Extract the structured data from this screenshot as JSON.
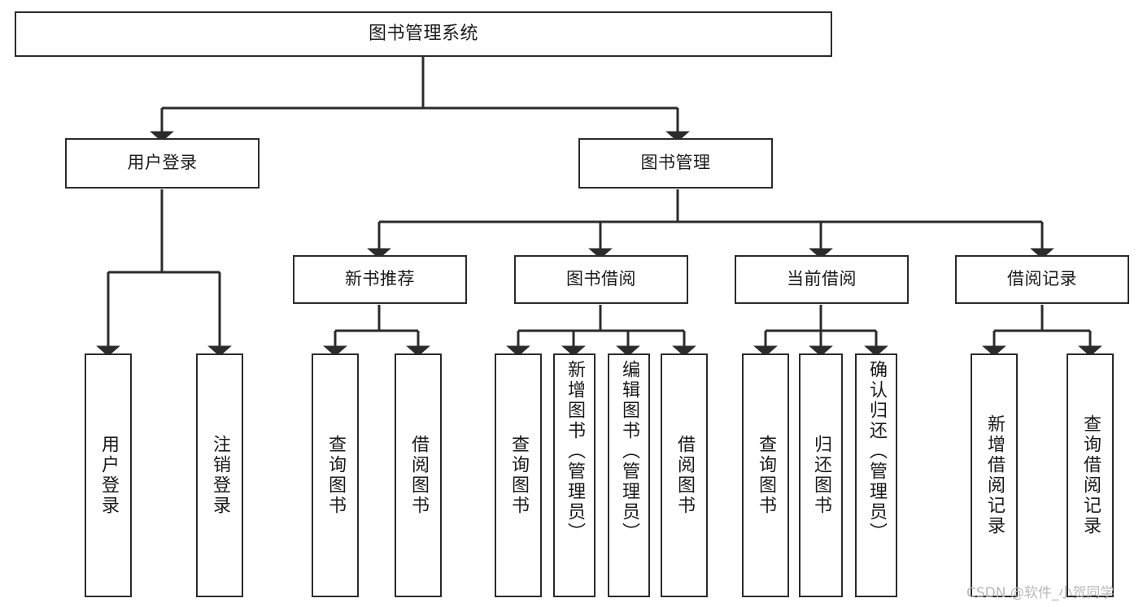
{
  "diagram": {
    "title": "图书管理系统",
    "type": "tree-hierarchy-chart",
    "root": {
      "id": "root",
      "label": "图书管理系统"
    },
    "level2": [
      {
        "id": "user-login",
        "label": "用户登录"
      },
      {
        "id": "book-manage",
        "label": "图书管理"
      }
    ],
    "level3": [
      {
        "id": "new-book-recommend",
        "label": "新书推荐",
        "parent": "book-manage"
      },
      {
        "id": "book-borrow",
        "label": "图书借阅",
        "parent": "book-manage"
      },
      {
        "id": "current-borrow",
        "label": "当前借阅",
        "parent": "book-manage"
      },
      {
        "id": "borrow-record",
        "label": "借阅记录",
        "parent": "book-manage"
      }
    ],
    "leaves": [
      {
        "id": "leaf-user-login",
        "label": "用户登录",
        "parent": "user-login"
      },
      {
        "id": "leaf-logout-login",
        "label": "注销登录",
        "parent": "user-login"
      },
      {
        "id": "leaf-query-book-1",
        "label": "查询图书",
        "parent": "new-book-recommend"
      },
      {
        "id": "leaf-borrow-book-1",
        "label": "借阅图书",
        "parent": "new-book-recommend"
      },
      {
        "id": "leaf-query-book-2",
        "label": "查询图书",
        "parent": "book-borrow"
      },
      {
        "id": "leaf-add-book",
        "label": "新增图书（管理员）",
        "parent": "book-borrow"
      },
      {
        "id": "leaf-edit-book",
        "label": "编辑图书（管理员）",
        "parent": "book-borrow"
      },
      {
        "id": "leaf-borrow-book-2",
        "label": "借阅图书",
        "parent": "book-borrow"
      },
      {
        "id": "leaf-query-book-3",
        "label": "查询图书",
        "parent": "current-borrow"
      },
      {
        "id": "leaf-return-book",
        "label": "归还图书",
        "parent": "current-borrow"
      },
      {
        "id": "leaf-confirm-return",
        "label": "确认归还（管理员）",
        "parent": "current-borrow"
      },
      {
        "id": "leaf-add-record",
        "label": "新增借阅记录",
        "parent": "borrow-record"
      },
      {
        "id": "leaf-query-record",
        "label": "查询借阅记录",
        "parent": "borrow-record"
      }
    ]
  },
  "watermark": {
    "text": "CSDN @软件_小贺同学"
  },
  "colors": {
    "background": "#ffffff",
    "node_border": "#2b2b2b",
    "node_fill": "#ffffff",
    "edge": "#2b2b2b",
    "text": "#1a1a1a",
    "watermark": "#b9b9b9"
  }
}
